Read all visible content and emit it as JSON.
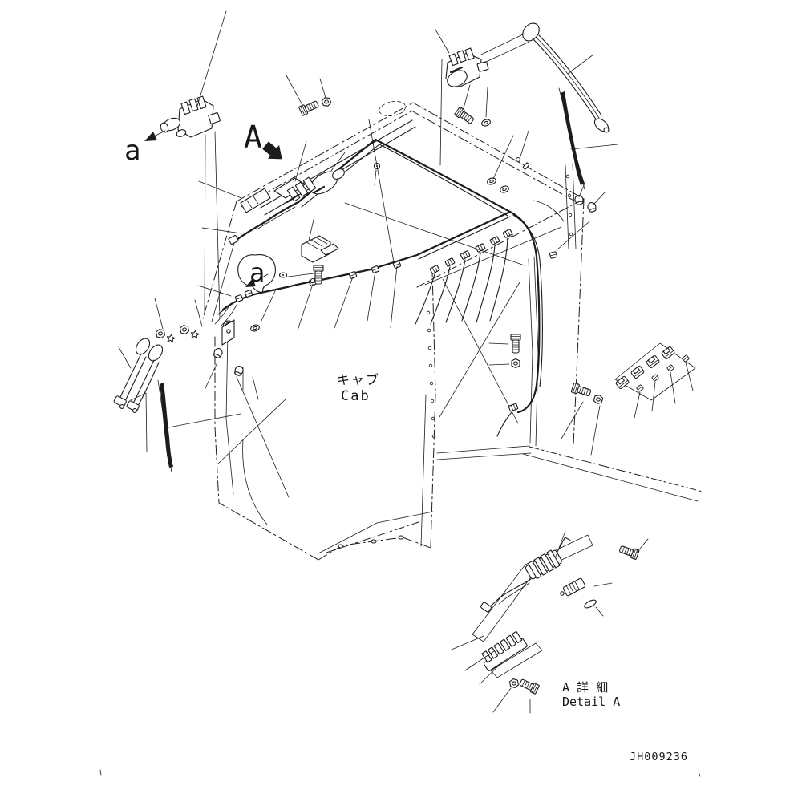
{
  "sheet": {
    "background": "#ffffff",
    "ink": "#1c1c1c",
    "drawing_number": "JH009236"
  },
  "labels": {
    "view_arrow": "a",
    "detail_callout": "A",
    "balloon_callout": "a",
    "cab_jp": "キャブ",
    "cab_en": "Cab",
    "detail_title_jp": "A 詳 細",
    "detail_title_en": "Detail A"
  },
  "parts": [
    {
      "name": "front-wiper-motor-assembly"
    },
    {
      "name": "roof-wiring-harness"
    },
    {
      "name": "harness-branch-connectors"
    },
    {
      "name": "rear-wiper-motor"
    },
    {
      "name": "rear-wiper-arm"
    },
    {
      "name": "rear-wiper-blade"
    },
    {
      "name": "front-wiper-arm-pair"
    },
    {
      "name": "front-wiper-blade"
    },
    {
      "name": "hex-bolt"
    },
    {
      "name": "hex-nut"
    },
    {
      "name": "lock-washer"
    },
    {
      "name": "grommet"
    },
    {
      "name": "blanking-cap"
    },
    {
      "name": "wire-clip"
    },
    {
      "name": "clip-mounting-plate"
    },
    {
      "name": "relay-bracket"
    },
    {
      "name": "harness-bracket-detail-a"
    },
    {
      "name": "spring-connector-detail-a"
    },
    {
      "name": "terminal-strip-detail-a"
    },
    {
      "name": "cab-body"
    }
  ]
}
